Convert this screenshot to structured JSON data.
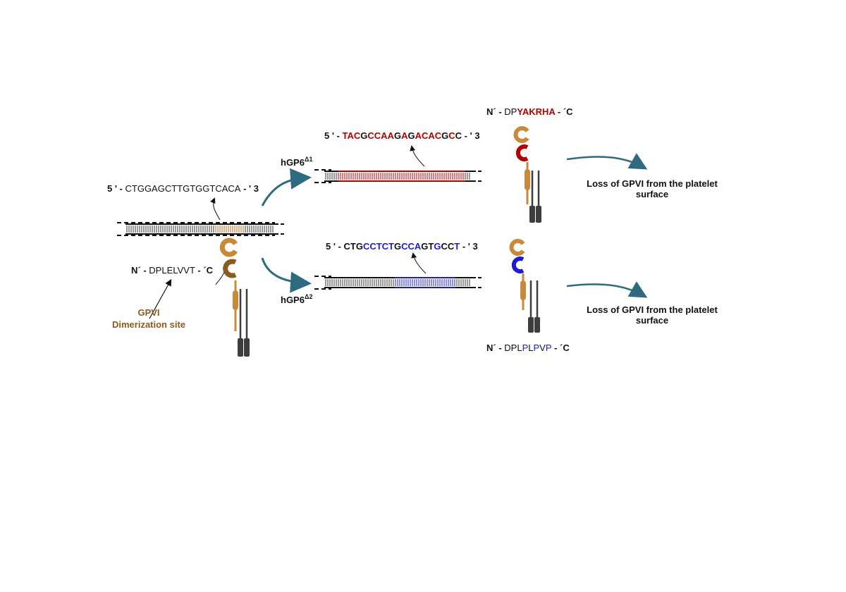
{
  "colors": {
    "mutation_red": "#b00000",
    "mutation_blue": "#1c1cd6",
    "dimerization_brown": "#8a5a1e",
    "receptor_tan": "#c8893a",
    "arrow_teal": "#2f6b80",
    "membrane_dark": "#3d3d3d"
  },
  "wildtype": {
    "dna": {
      "prefix": "5 ' - ",
      "sequence": "CTGGAGCTTGTGGTCACA",
      "suffix": " - ' 3"
    },
    "protein": {
      "prefix": "N´ - ",
      "sequence": "DPLELVVT",
      "suffix": " - ´C"
    },
    "dimerization_label_line1": "GPVI",
    "dimerization_label_line2": "Dimerization site"
  },
  "mutant1": {
    "label_main": "hGP6",
    "label_sup": "Δ1",
    "dna": {
      "prefix": "5 ' - ",
      "segments": [
        {
          "text": "TAC",
          "color": "red"
        },
        {
          "text": "G",
          "color": "black"
        },
        {
          "text": "CCAA",
          "color": "red"
        },
        {
          "text": "G",
          "color": "black"
        },
        {
          "text": "A",
          "color": "red"
        },
        {
          "text": "G",
          "color": "black"
        },
        {
          "text": "ACAC",
          "color": "red"
        },
        {
          "text": "G",
          "color": "black"
        },
        {
          "text": "C",
          "color": "red"
        },
        {
          "text": "C",
          "color": "black"
        }
      ],
      "suffix": " - ' 3"
    },
    "protein": {
      "prefix": "N´ - ",
      "plain": "DP",
      "mutated": "YAKRHA",
      "suffix": " - ´C"
    },
    "outcome_line1": "Loss of GPVI from the platelet",
    "outcome_line2": "surface"
  },
  "mutant2": {
    "label_main": "hGP6",
    "label_sup": "Δ2",
    "dna": {
      "prefix": "5 ' - ",
      "segments": [
        {
          "text": "CTG",
          "color": "black"
        },
        {
          "text": "CCTCT",
          "color": "blue"
        },
        {
          "text": "G",
          "color": "black"
        },
        {
          "text": "CCA",
          "color": "blue"
        },
        {
          "text": "GT",
          "color": "black"
        },
        {
          "text": "G",
          "color": "blue"
        },
        {
          "text": "CC",
          "color": "black"
        },
        {
          "text": "T",
          "color": "blue"
        }
      ],
      "suffix": " - ' 3"
    },
    "protein": {
      "prefix": "N´ - ",
      "segments": [
        {
          "text": "DPL",
          "color": "black"
        },
        {
          "text": "P",
          "color": "blue"
        },
        {
          "text": "L",
          "color": "black"
        },
        {
          "text": "P",
          "color": "blue"
        },
        {
          "text": "V",
          "color": "black"
        },
        {
          "text": "P",
          "color": "blue"
        }
      ],
      "suffix": "  - ´C"
    },
    "outcome_line1": "Loss of GPVI from the platelet",
    "outcome_line2": "surface"
  }
}
